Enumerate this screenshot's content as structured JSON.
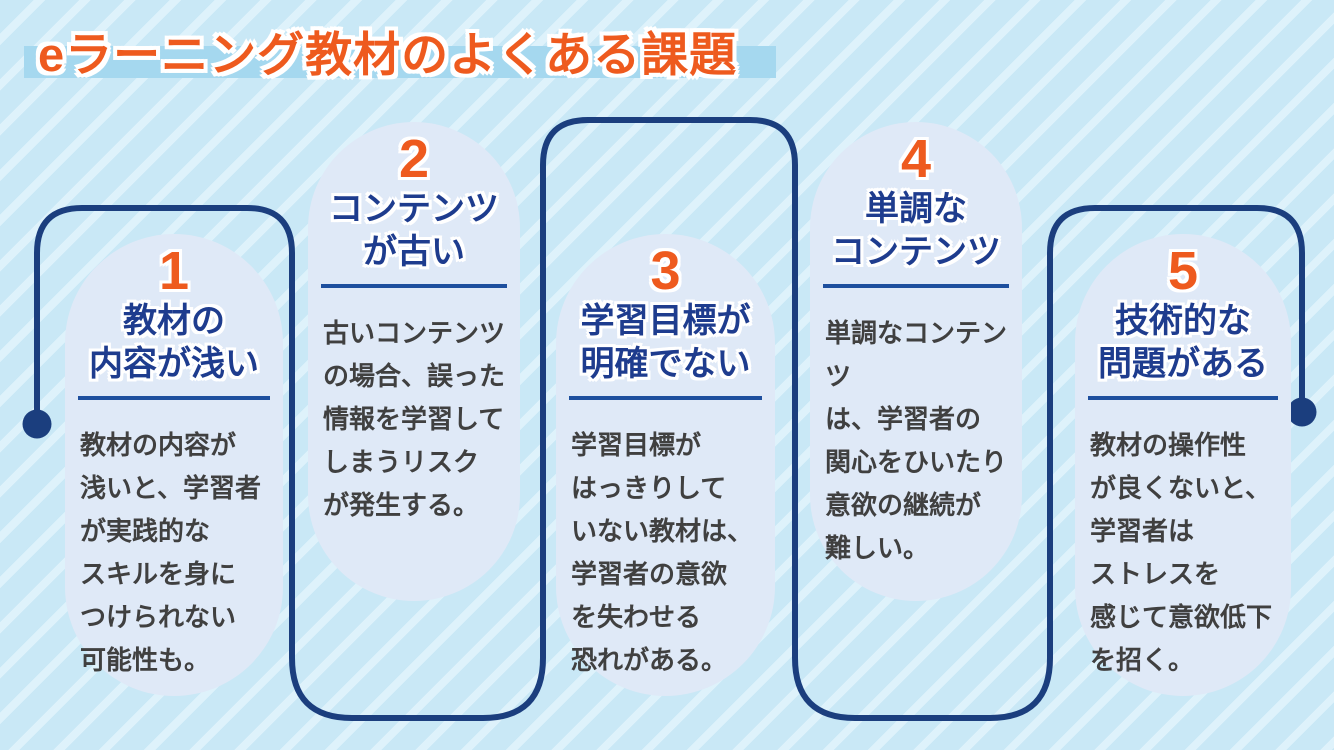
{
  "title": "eラーニング教材のよくある課題",
  "colors": {
    "background": "#c9e8f6",
    "stripe": "#def2fb",
    "card": "#dfe9f7",
    "navy": "#1b3e7e",
    "heading_blue": "#1e3c8e",
    "accent_orange": "#ee5a1e",
    "body_text": "#404040",
    "title_highlight": "#a5d8ef",
    "divider_blue": "#1d4f9e"
  },
  "cards": [
    {
      "number": "1",
      "heading": "教材の\n内容が浅い",
      "body": "教材の内容が\n浅いと、学習者\nが実践的な\nスキルを身に\nつけられない\n可能性も。"
    },
    {
      "number": "2",
      "heading": "コンテンツ\nが古い",
      "body": "古いコンテンツ\nの場合、誤った\n情報を学習して\nしまうリスク\nが発生する。"
    },
    {
      "number": "3",
      "heading": "学習目標が\n明確でない",
      "body": "学習目標が\nはっきりして\nいない教材は、\n学習者の意欲\nを失わせる\n恐れがある。"
    },
    {
      "number": "4",
      "heading": "単調な\nコンテンツ",
      "body": "単調なコンテンツ\nは、学習者の\n関心をひいたり\n意欲の継続が\n難しい。"
    },
    {
      "number": "5",
      "heading": "技術的な\n問題がある",
      "body": "教材の操作性\nが良くないと、\n学習者は\nストレスを\n感じて意欲低下\nを招く。"
    }
  ]
}
